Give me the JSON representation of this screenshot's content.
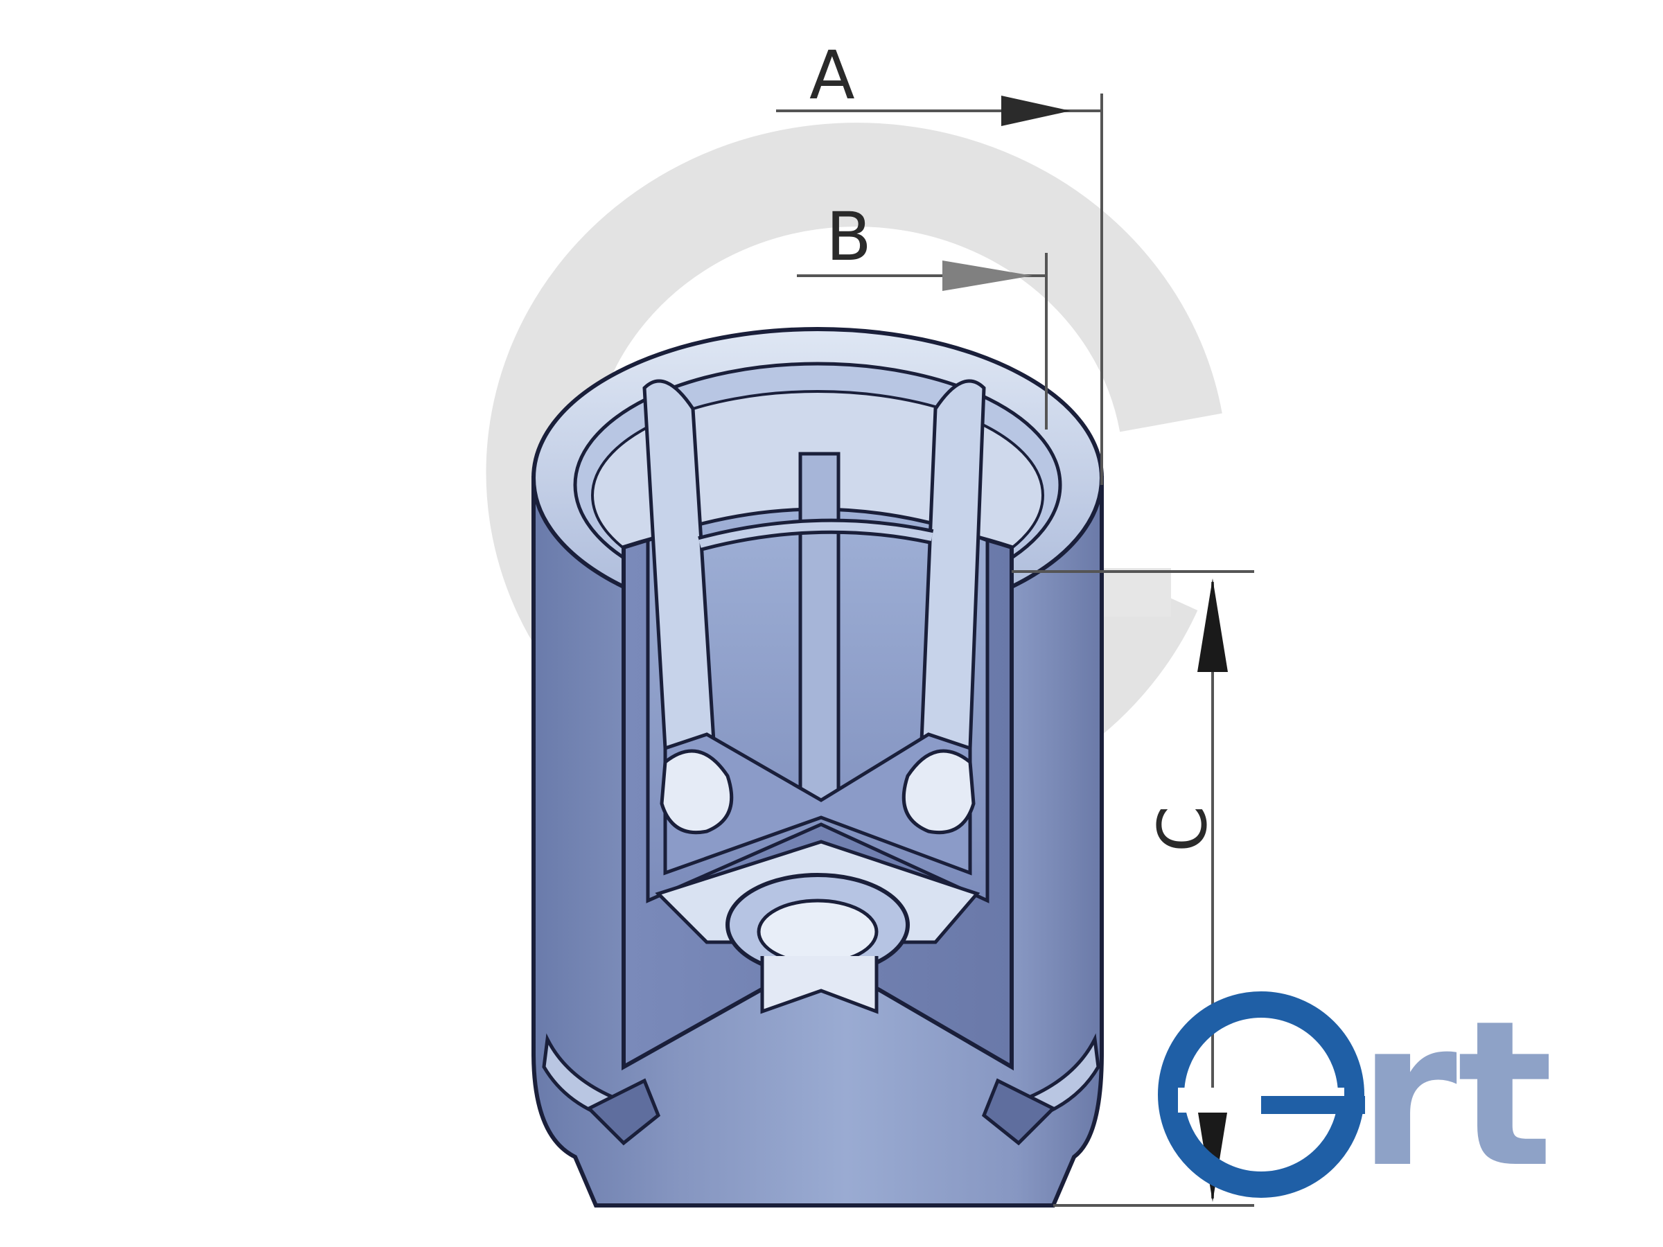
{
  "dimensions": {
    "a": "A",
    "b": "B",
    "c": "C"
  },
  "brand": {
    "letters": "ert",
    "e_color": "#1f5fa6",
    "rt_color": "#8ea2c7"
  },
  "colors": {
    "piston_light": "#c9d6ea",
    "piston_mid": "#8fa0c8",
    "piston_dark": "#6878a8",
    "outline": "#1a1f3a",
    "dimension_line": "#555555",
    "watermark": "#e2e2e2"
  }
}
